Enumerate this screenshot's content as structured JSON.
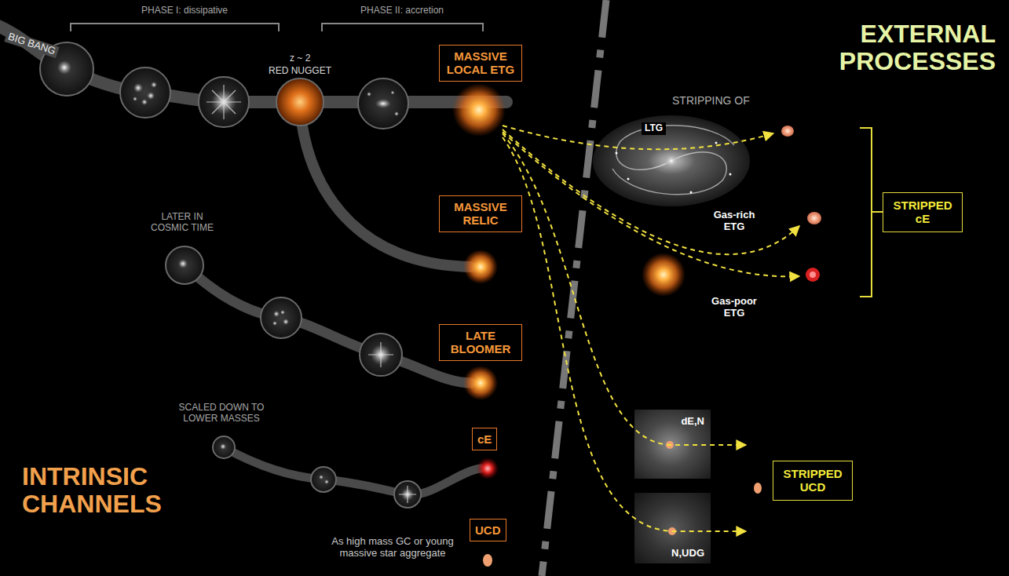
{
  "diagram": {
    "nodes": [
      {
        "text": [
          "MASSIVE LOCAL ETG"
        ]
      },
      {
        "text": [
          "MASSIVE RELIC"
        ]
      },
      {
        "text": [
          "LATE BLOOMER"
        ]
      },
      {
        "text": [
          "cE"
        ]
      },
      {
        "text": [
          "UCD"
        ]
      },
      {
        "text": [
          "STRIPPED cE"
        ]
      },
      {
        "text": [
          "dE,N"
        ]
      },
      {
        "text": [
          "STRIPPED UCD"
        ]
      },
      {
        "text": [
          "N,UDG"
        ]
      }
    ],
    "labels": [
      "PHASE I: dissipative",
      "PHASE II: accretion",
      "BIG BANG",
      "z ~ 2",
      "RED NUGGET",
      "LATER IN COSMIC TIME",
      "SCALED DOWN TO LOWER MASSES",
      "As high mass GC or young massive star aggregate",
      "INTRINSIC CHANNELS",
      "EXTERNAL PROCESSES",
      "STRIPPING OF",
      "LTG",
      "Gas-rich ETG",
      "Gas-poor ETG"
    ]
  }
}
